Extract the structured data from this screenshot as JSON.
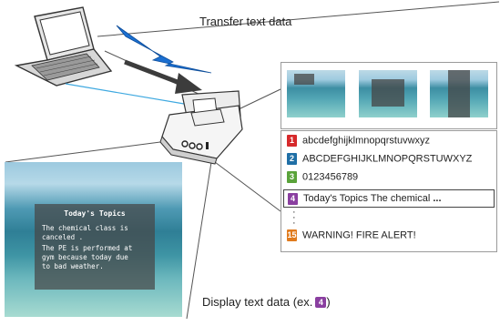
{
  "captions": {
    "transfer": "Transfer text data",
    "display_prefix": "Display text data (ex.",
    "display_badge": "4",
    "display_suffix": ")"
  },
  "text_list": {
    "rows": [
      {
        "badge": "1",
        "color": "#d6292b",
        "text": "abcdefghijklmnopqrstuvwxyz"
      },
      {
        "badge": "2",
        "color": "#1f6fa6",
        "text": "ABCDEFGHIJKLMNOPQRSTUWXYZ"
      },
      {
        "badge": "3",
        "color": "#5aa33a",
        "text": "0123456789"
      },
      {
        "badge": "4",
        "color": "#8a3fa0",
        "text": "Today's Topics The chemical",
        "more": "..."
      },
      {
        "badge": "15",
        "color": "#e07b1e",
        "text": "WARNING! FIRE ALERT!"
      }
    ]
  },
  "screen_overlay": {
    "title": "Today's Topics",
    "lines": [
      "The chemical class is",
      "canceled .",
      "The PE is performed at",
      "gym because today due",
      "to bad weather."
    ]
  },
  "colors": {
    "lightning": "#1b6fd1",
    "cable": "#3fa9e0",
    "arrow": "#3c3c3c"
  }
}
